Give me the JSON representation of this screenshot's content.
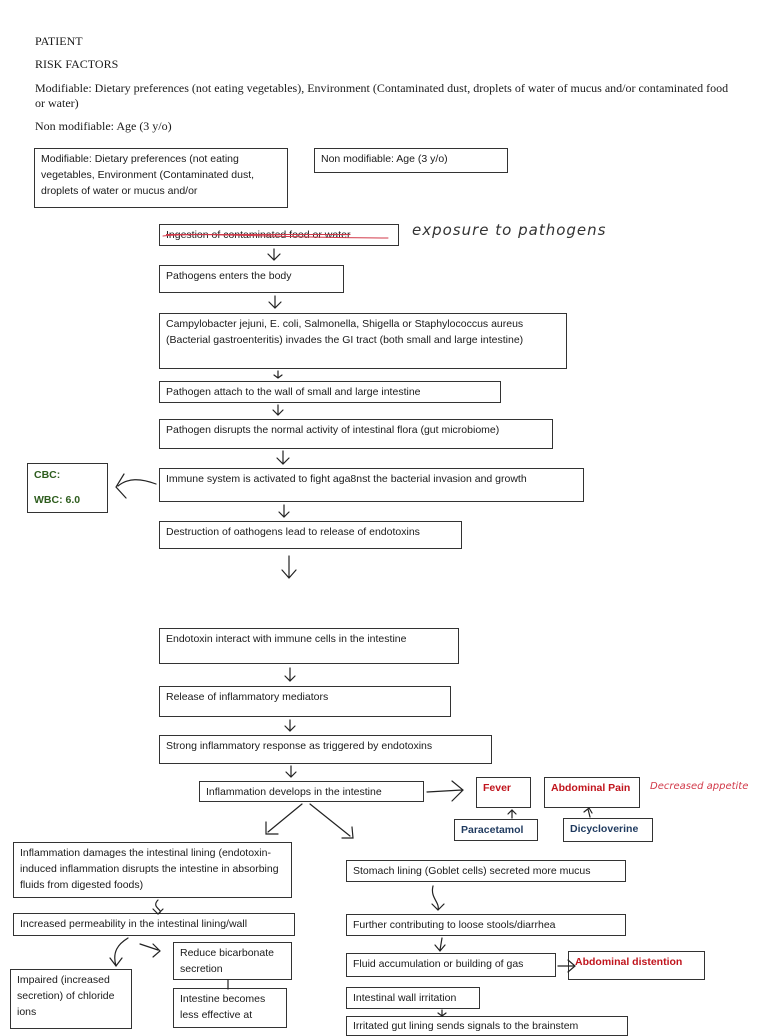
{
  "header": {
    "patient": "PATIENT",
    "risk_factors": "RISK FACTORS",
    "modifiable_line": "Modifiable: Dietary preferences (not eating vegetables), Environment (Contaminated dust, droplets of water of mucus and/or contaminated food or water)",
    "nonmodifiable_line": "Non modifiable: Age (3 y/o)"
  },
  "boxes": {
    "modifiable": "Modifiable: Dietary preferences (not eating vegetables, Environment (Contaminated dust, droplets of water or mucus and/or",
    "nonmodifiable": "Non modifiable: Age (3 y/o)",
    "ingestion": "Ingestion of contaminated food or water",
    "pathogens_enter": "Pathogens enters the body",
    "bacteria": "Campylobacter jejuni, E. coli, Salmonella, Shigella or Staphylococcus aureus (Bacterial gastroenteritis) invades the GI tract (both small and large intestine)",
    "attach": "Pathogen attach to the wall of small and large intestine",
    "disrupts": "Pathogen disrupts the normal activity of intestinal flora (gut microbiome)",
    "immune": "Immune system is activated to fight aga8nst the bacterial invasion and growth",
    "destruction": "Destruction of oathogens lead to release of endotoxins",
    "endotoxin_interact": "Endotoxin interact with immune cells in the intestine",
    "release_mediators": "Release of inflammatory mediators",
    "strong_response": "Strong  inflammatory response as triggered by endotoxins",
    "inflammation": "Inflammation develops in the intestine",
    "fever": "Fever",
    "abdominal_pain": "Abdominal Pain",
    "paracetamol": "Paracetamol",
    "dicycloverine": "Dicycloverine",
    "damages_lining": "Inflammation damages the intestinal lining (endotoxin-induced inflammation disrupts the intestine in absorbing fluids from digested foods)",
    "permeability": "Increased permeability in the intestinal lining/wall",
    "bicarbonate": "Reduce bicarbonate secretion",
    "chloride": "Impaired (increased secretion) of chloride ions",
    "less_effective": "Intestine becomes less effective at",
    "goblet": "Stomach lining (Goblet cells) secreted more mucus",
    "loose_stools": "Further contributing to loose stools/diarrhea",
    "fluid": "Fluid accumulation or building of gas",
    "distention": "Abdominal distention",
    "wall_irritation": "Intestinal wall irritation",
    "irritated_gut": "Irritated gut lining sends signals to the brainstem"
  },
  "cbc": {
    "label": "CBC:",
    "wbc": "WBC: 6.0"
  },
  "handwritten": {
    "exposure": "exposure to pathogens",
    "appetite": "Decreased appetite"
  },
  "colors": {
    "red": "#c0141c",
    "blue": "#1f3a5f",
    "green": "#2e5d1e"
  }
}
